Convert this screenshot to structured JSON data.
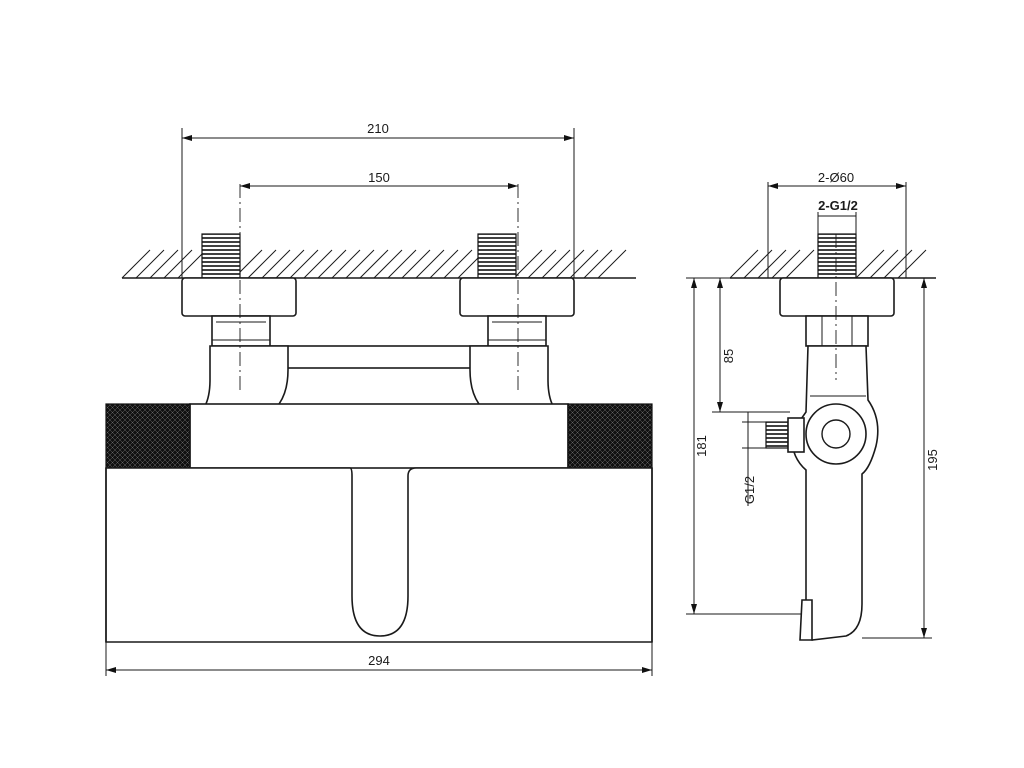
{
  "dimensions": {
    "front_total_width": "294",
    "front_mount_width": "210",
    "front_center_spacing": "150",
    "side_flange_dia": "2-Ø60",
    "side_inlet_thread": "2-G1/2",
    "side_height_85": "85",
    "side_height_181": "181",
    "side_height_195": "195",
    "side_outlet_thread": "G1/2"
  },
  "colors": {
    "line": "#1a1a1a",
    "background": "#ffffff",
    "knurl": "#111111"
  }
}
